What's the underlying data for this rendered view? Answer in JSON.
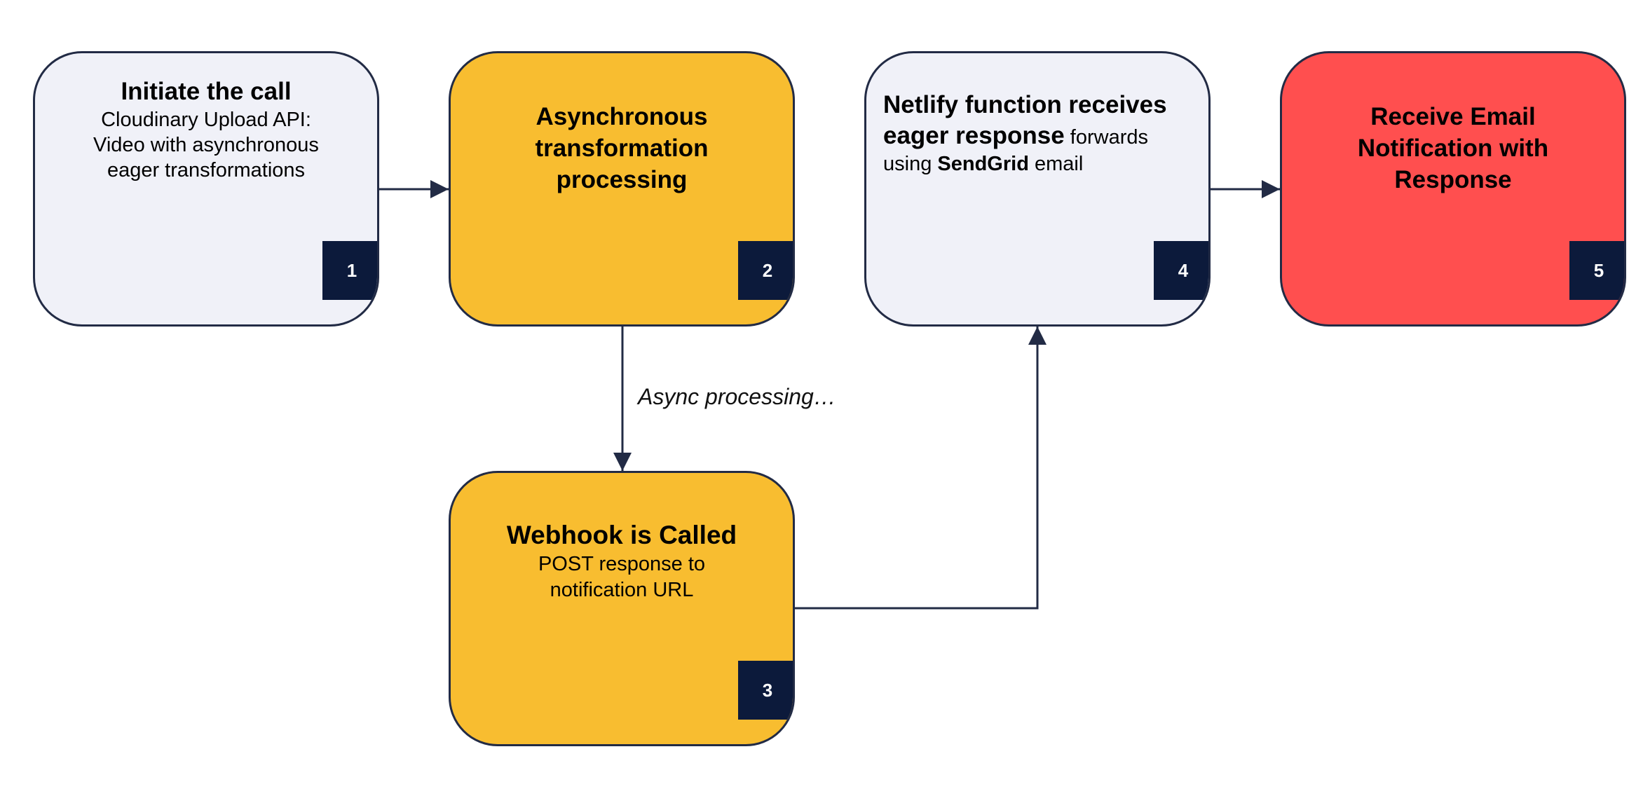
{
  "colors": {
    "light_box": "#f0f1f8",
    "gold_box": "#f8bd30",
    "red_box": "#ff4f4f",
    "badge": "#0c1a3b",
    "stroke": "#222b45"
  },
  "nodes": {
    "initiate": {
      "badge": "1",
      "title": "Initiate the call",
      "body_lines": [
        "Cloudinary Upload API:",
        "Video with asynchronous",
        "eager transformations"
      ]
    },
    "async_transform": {
      "badge": "2",
      "title_lines": [
        "Asynchronous",
        "transformation",
        "processing"
      ]
    },
    "webhook": {
      "badge": "3",
      "title": "Webhook is Called",
      "body_lines": [
        "POST response to",
        "notification URL"
      ]
    },
    "netlify": {
      "badge": "4",
      "title_line1": "Netlify function receives",
      "title_line2_bold": "eager response",
      "title_line2_rest": " forwards",
      "line3_pre": "using ",
      "line3_bold": "SendGrid",
      "line3_post": " email"
    },
    "email": {
      "badge": "5",
      "title_lines": [
        "Receive Email",
        "Notification with",
        "Response"
      ]
    }
  },
  "edges": {
    "async_label": "Async processing…"
  }
}
